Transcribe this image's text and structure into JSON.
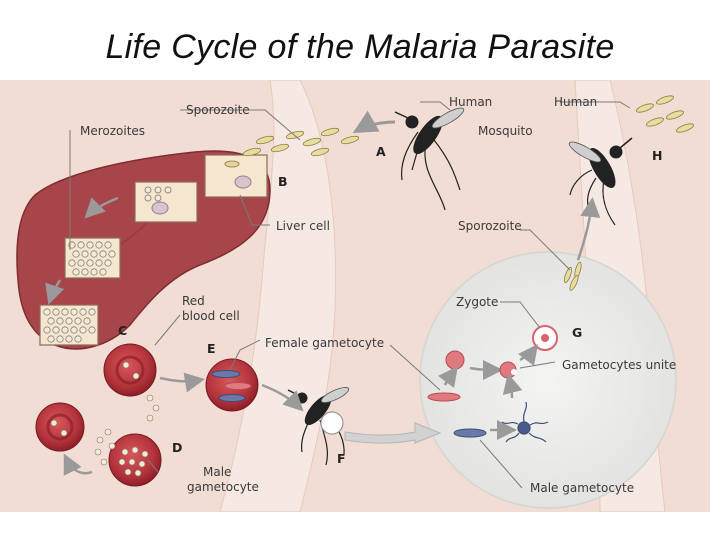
{
  "title": "Life Cycle of the Malaria Parasite",
  "labels": {
    "sporozoite_top": "Sporozoite",
    "merozoites": "Merozoites",
    "human_left": "Human",
    "mosquito": "Mosquito",
    "human_right": "Human",
    "liver_cell": "Liver cell",
    "sporozoite_right": "Sporozoite",
    "red_blood_cell_1": "Red",
    "red_blood_cell_2": "blood cell",
    "zygote": "Zygote",
    "female_gametocyte": "Female gametocyte",
    "gametocytes_unite": "Gametocytes unite",
    "male_gametocyte_1": "Male",
    "male_gametocyte_2": "gametocyte",
    "male_gametocyte_right": "Male gametocyte"
  },
  "stages": {
    "a": "A",
    "b": "B",
    "c": "C",
    "d": "D",
    "e": "E",
    "f": "F",
    "g": "G",
    "h": "H"
  },
  "colors": {
    "background": "#f1ddd4",
    "liver": "#a8454a",
    "blood_cell": "#b2333a",
    "circle": "#ececeb",
    "label_line": "#7a7a7a"
  }
}
